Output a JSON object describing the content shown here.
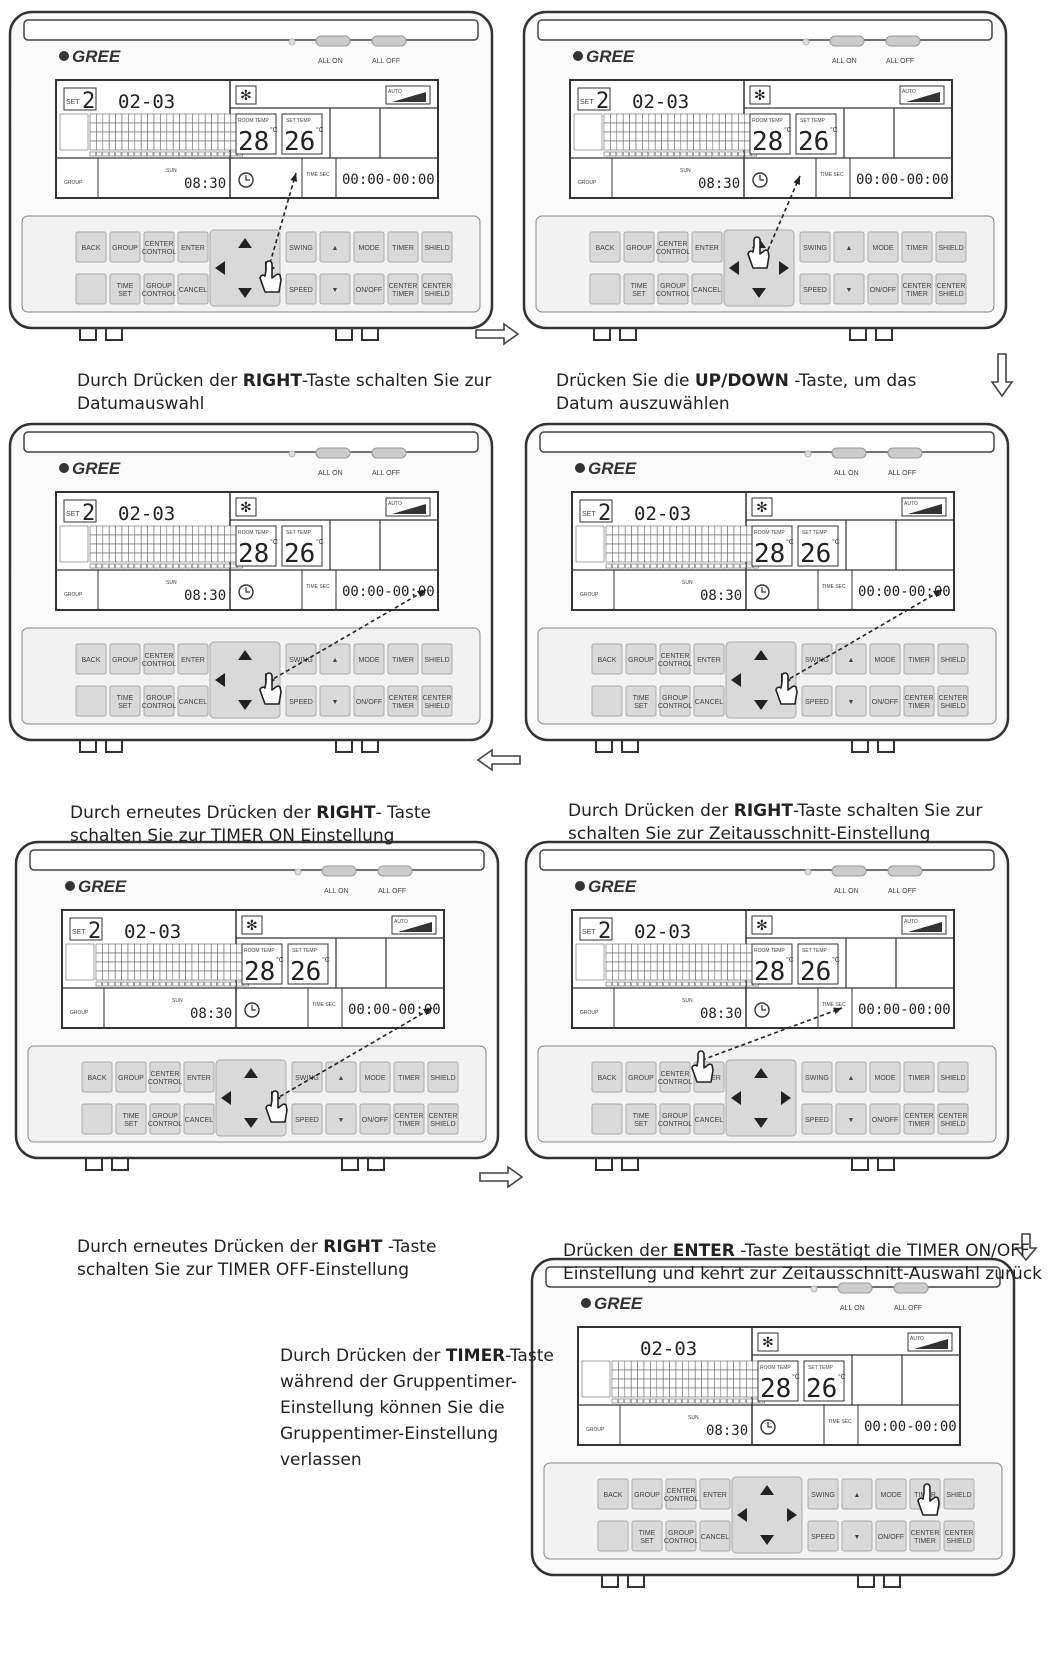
{
  "device": {
    "brand": "GREE",
    "all_on": "ALL ON",
    "all_off": "ALL OFF",
    "date": "02-03",
    "set_digit": "2",
    "room_temp": "28",
    "set_temp": "26",
    "clock": "08:30",
    "timer_range": "00:00-00:00",
    "lcd_labels": {
      "set": "SET",
      "room_temp": "ROOM TEMP",
      "set_temp": "SET TEMP",
      "group": "GROUP",
      "sun": "SUN",
      "auto": "AUTO",
      "time_sec": "TIME SEC"
    },
    "buttons_row1": [
      "BACK",
      "GROUP",
      "CENTER CONTROL",
      "ENTER",
      "SWING",
      "▲",
      "MODE",
      "TIMER",
      "SHIELD"
    ],
    "buttons_row2": [
      "",
      "TIME SET",
      "GROUP CONTROL",
      "CANCEL",
      "SPEED",
      "▼",
      "ON/OFF",
      "CENTER TIMER",
      "CENTER SHIELD"
    ]
  },
  "captions": {
    "c1": {
      "before": "Durch Drücken der ",
      "bold": "RIGHT",
      "after": "-Taste schalten Sie zur",
      "line2": "Datumauswahl"
    },
    "c2": {
      "before": "Drücken Sie die  ",
      "bold": "UP/DOWN",
      "after": " -Taste, um das",
      "line2": "Datum auszuwählen"
    },
    "c3": {
      "before": "Durch erneutes Drücken der ",
      "bold": "RIGHT",
      "after": "- Taste",
      "line2": "schalten Sie zur TIMER ON Einstellung"
    },
    "c4": {
      "before": "Durch Drücken der ",
      "bold": "RIGHT",
      "after": "-Taste schalten Sie zur",
      "line2": "schalten Sie zur Zeitausschnitt-Einstellung"
    },
    "c5": {
      "before": "Durch erneutes Drücken der ",
      "bold": "RIGHT",
      "after": " -Taste",
      "line2": "schalten Sie zur TIMER OFF-Einstellung"
    },
    "c6": {
      "before": "Drücken der ",
      "bold": "ENTER",
      "after": " -Taste bestätigt die  TIMER  ON/OFF",
      "line2": "Einstellung und kehrt zur Zeitausschnitt-Auswahl zurück"
    },
    "c7": {
      "before": "Durch Drücken der ",
      "bold": "TIMER",
      "after": "-Taste",
      "line2": "während  der Gruppentimer-",
      "line3": "Einstellung können Sie die",
      "line4": "Gruppentimer-Einstellung",
      "line5": "verlassen"
    }
  },
  "icons": {
    "hand": "pointing-hand-icon",
    "flow": "flow-arrow-icon",
    "snow": "snowflake-icon",
    "clock": "clock-icon",
    "fan": "fan-speed-icon"
  }
}
